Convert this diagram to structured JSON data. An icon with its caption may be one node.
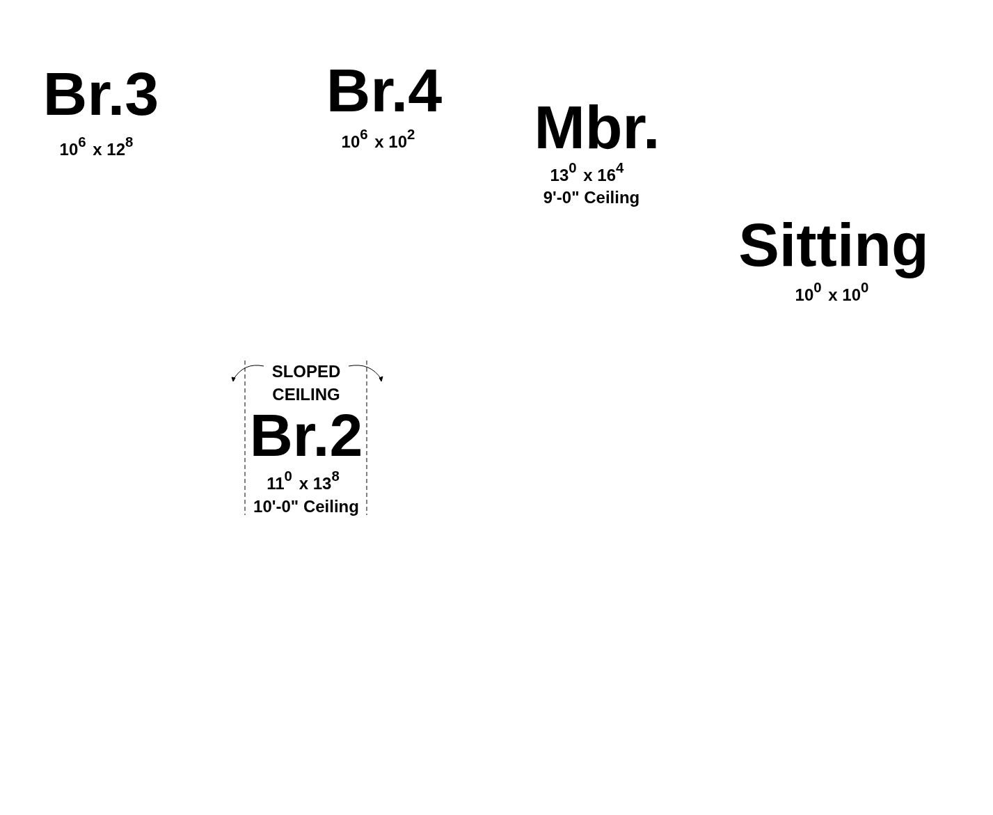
{
  "diagram": {
    "labels": [
      "Br.3",
      "10$^{6}$ x 12$^{8}$",
      "Br.4",
      "10$^{6}$ x 10$^{2}$",
      "Mbr.",
      "13$^{0}$ x 16$^{4}$",
      "9'-0\" Ceiling",
      "Sitting",
      "10$^{0}$ x 10$^{0}$",
      "SLOPED CEILING",
      "Br.2",
      "11$^{0}$ x 13$^{8}$",
      "10'-0\" Ceiling"
    ]
  }
}
